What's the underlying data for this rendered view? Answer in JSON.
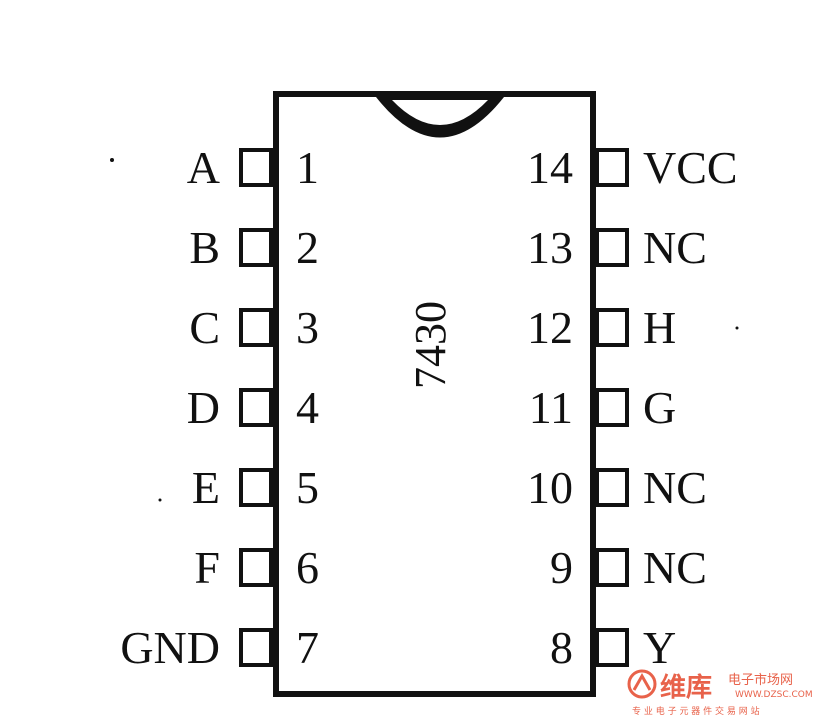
{
  "chip": {
    "part_number": "7430",
    "left_pins": [
      {
        "num": "1",
        "label": "A"
      },
      {
        "num": "2",
        "label": "B"
      },
      {
        "num": "3",
        "label": "C"
      },
      {
        "num": "4",
        "label": "D"
      },
      {
        "num": "5",
        "label": "E"
      },
      {
        "num": "6",
        "label": "F"
      },
      {
        "num": "7",
        "label": "GND"
      }
    ],
    "right_pins": [
      {
        "num": "14",
        "label": "VCC"
      },
      {
        "num": "13",
        "label": "NC"
      },
      {
        "num": "12",
        "label": "H"
      },
      {
        "num": "11",
        "label": "G"
      },
      {
        "num": "10",
        "label": "NC"
      },
      {
        "num": "9",
        "label": "NC"
      },
      {
        "num": "8",
        "label": "Y"
      }
    ]
  },
  "watermark": {
    "brand": "维库",
    "tagline": "电子市场网",
    "url": "WWW.DZSC.COM",
    "slogan": "专 业 电 子 元 器 件 交 易 网 站"
  },
  "colors": {
    "ink": "#111111",
    "watermark": "#e8624a"
  }
}
